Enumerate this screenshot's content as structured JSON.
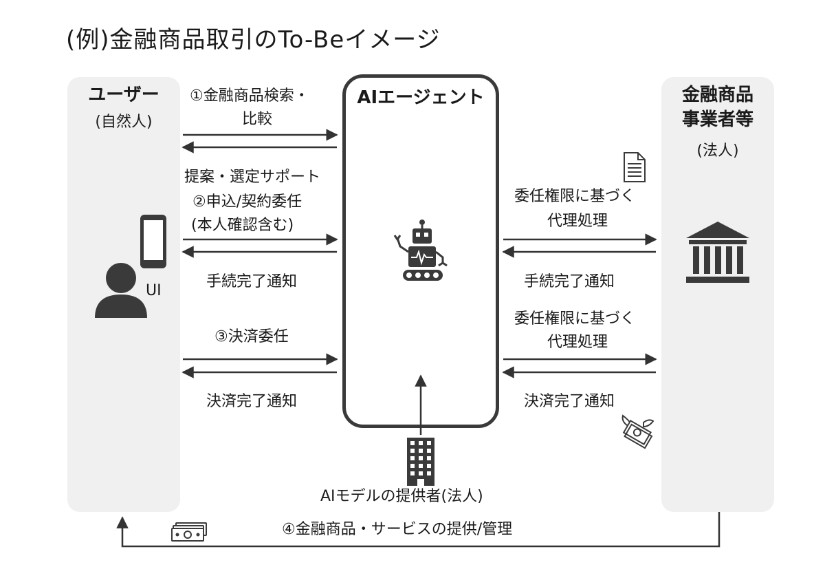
{
  "title": "(例)金融商品取引のTo-Beイメージ",
  "user": {
    "title": "ユーザー",
    "subtitle": "(自然人)",
    "ui_label": "UI"
  },
  "agent": {
    "title": "AIエージェント"
  },
  "corp": {
    "title_line1": "金融商品",
    "title_line2": "事業者等",
    "subtitle": "(法人)"
  },
  "left_labels": {
    "step1_line1": "①金融商品検索・",
    "step1_line2": "比較",
    "proposal": "提案・選定サポート",
    "step2_line1": "②申込/契約委任",
    "step2_line2": "(本人確認含む)",
    "procedure_done": "手続完了通知",
    "step3": "③決済委任",
    "payment_done": "決済完了通知"
  },
  "right_labels": {
    "proxy1_line1": "委任権限に基づく",
    "proxy1_line2": "代理処理",
    "procedure_done": "手続完了通知",
    "proxy2_line1": "委任権限に基づく",
    "proxy2_line2": "代理処理",
    "payment_done": "決済完了通知"
  },
  "provider": {
    "label": "AIモデルの提供者(法人)",
    "step4": "④金融商品・サービスの提供/管理"
  },
  "icons": [
    "document-icon",
    "bank-icon",
    "robot-icon",
    "smartphone-icon",
    "user-icon",
    "building-icon",
    "flying-money-icon",
    "cash-icon"
  ],
  "colors": {
    "line": "#333333",
    "column_bg": "#f0f0f0",
    "icon": "#3a3a3a"
  }
}
